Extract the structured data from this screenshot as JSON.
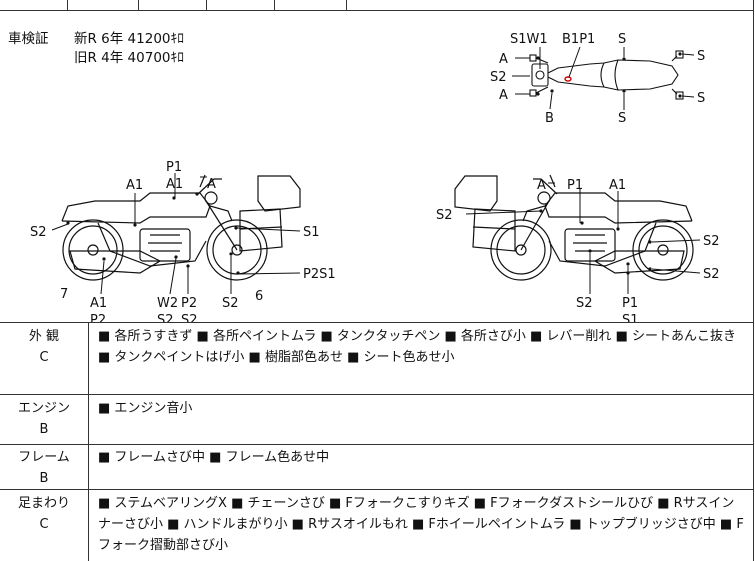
{
  "shaken": {
    "label": "車検証",
    "lines": [
      "新R 6年 41200ｷﾛ",
      "旧R 4年 40700ｷﾛ"
    ]
  },
  "diagram_labels": {
    "top": [
      "S1W1",
      "B1P1",
      "S",
      "A",
      "S2",
      "A",
      "B",
      "S",
      "S",
      "S"
    ],
    "left": [
      "P1",
      "A1",
      "A",
      "A1",
      "S2",
      "S1",
      "7",
      "A1",
      "P2",
      "W2",
      "P2",
      "S2",
      "S2",
      "S2",
      "P2S1",
      "6"
    ],
    "right": [
      "A",
      "P1",
      "A1",
      "S2",
      "S2",
      "S2",
      "S2",
      "P1",
      "S1"
    ]
  },
  "rows": [
    {
      "cat": "外 観",
      "grade": "C",
      "text": "■ 各所うすきず ■ 各所ペイントムラ ■ タンクタッチペン ■ 各所さび小 ■ レバー削れ ■ シートあんこ抜き ■ タンクペイントはげ小 ■ 樹脂部色あせ ■ シート色あせ小"
    },
    {
      "cat": "エンジン",
      "grade": "B",
      "text": "■ エンジン音小"
    },
    {
      "cat": "フレーム",
      "grade": "B",
      "text": "■ フレームさび中 ■ フレーム色あせ中"
    },
    {
      "cat": "足まわり",
      "grade": "C",
      "text": "■ ステムベアリングX ■ チェーンさび ■ Fフォークこすりキズ ■ Fフォークダストシールひび ■ Rサスインナーさび小 ■ ハンドルまがり小 ■ Rサスオイルもれ ■ Fホイールペイントムラ ■ トップブリッジさび中 ■ Fフォーク摺動部さび小"
    }
  ]
}
